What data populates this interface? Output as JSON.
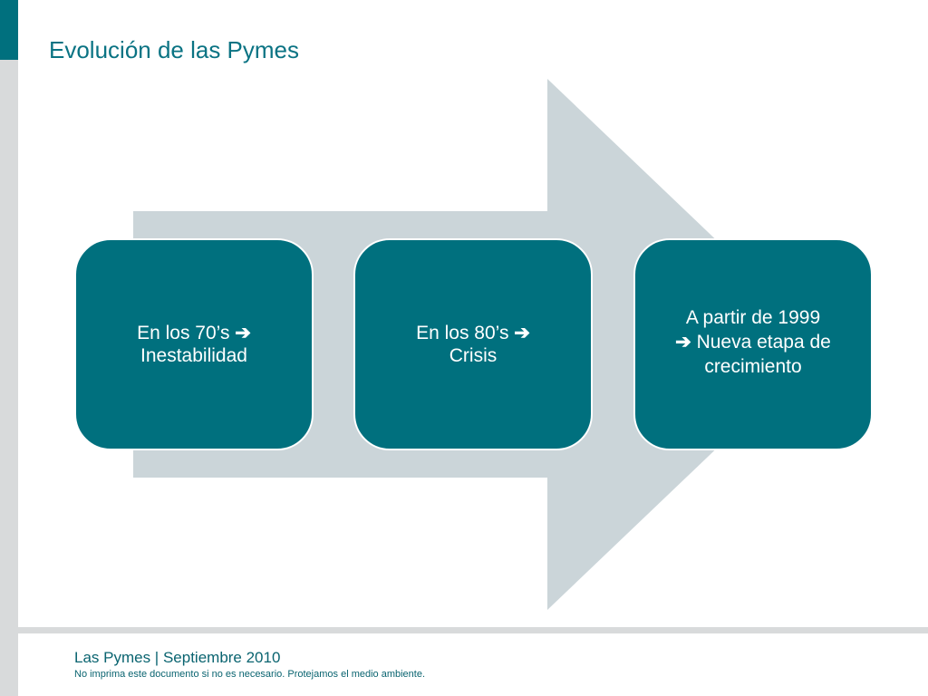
{
  "slide": {
    "title": "Evolución de las Pymes"
  },
  "stages": [
    {
      "line1": "En los 70’s",
      "arrow": "➔",
      "line2": "Inestabilidad"
    },
    {
      "line1": "En los 80’s",
      "arrow": "➔",
      "line2": "Crisis"
    },
    {
      "line1": "A partir de 1999",
      "arrow": "➔",
      "line2": "Nueva etapa de crecimiento"
    }
  ],
  "footer": {
    "title": "Las Pymes | Septiembre 2010",
    "note": "No imprima este documento si no es necesario. Protejamos el medio ambiente."
  },
  "colors": {
    "accent": "#00707e",
    "arrow": "#cbd5d9",
    "sidebar": "#d8dadb"
  }
}
